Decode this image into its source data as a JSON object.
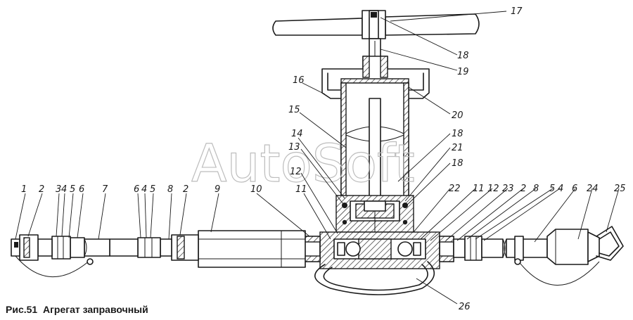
{
  "caption": "Рис.51  Агрегат заправочный",
  "watermark": "AutoSoft",
  "callouts": [
    {
      "id": "c1",
      "text": "1"
    },
    {
      "id": "c2a",
      "text": "2"
    },
    {
      "id": "c3",
      "text": "3"
    },
    {
      "id": "c4a",
      "text": "4"
    },
    {
      "id": "c5a",
      "text": "5"
    },
    {
      "id": "c6a",
      "text": "6"
    },
    {
      "id": "c7",
      "text": "7"
    },
    {
      "id": "c6b",
      "text": "6"
    },
    {
      "id": "c4b",
      "text": "4"
    },
    {
      "id": "c5b",
      "text": "5"
    },
    {
      "id": "c8a",
      "text": "8"
    },
    {
      "id": "c2b",
      "text": "2"
    },
    {
      "id": "c9",
      "text": "9"
    },
    {
      "id": "c10",
      "text": "10"
    },
    {
      "id": "c11a",
      "text": "11"
    },
    {
      "id": "c12a",
      "text": "12"
    },
    {
      "id": "c13",
      "text": "13"
    },
    {
      "id": "c14",
      "text": "14"
    },
    {
      "id": "c15",
      "text": "15"
    },
    {
      "id": "c16",
      "text": "16"
    },
    {
      "id": "c17",
      "text": "17"
    },
    {
      "id": "c18a",
      "text": "18"
    },
    {
      "id": "c19",
      "text": "19"
    },
    {
      "id": "c20",
      "text": "20"
    },
    {
      "id": "c18b",
      "text": "18"
    },
    {
      "id": "c21",
      "text": "21"
    },
    {
      "id": "c18c",
      "text": "18"
    },
    {
      "id": "c22",
      "text": "22"
    },
    {
      "id": "c11b",
      "text": "11"
    },
    {
      "id": "c12b",
      "text": "12"
    },
    {
      "id": "c23",
      "text": "23"
    },
    {
      "id": "c2c",
      "text": "2"
    },
    {
      "id": "c8b",
      "text": "8"
    },
    {
      "id": "c5c",
      "text": "5"
    },
    {
      "id": "c4c",
      "text": "4"
    },
    {
      "id": "c6c",
      "text": "6"
    },
    {
      "id": "c24",
      "text": "24"
    },
    {
      "id": "c25",
      "text": "25"
    },
    {
      "id": "c26",
      "text": "26"
    }
  ]
}
